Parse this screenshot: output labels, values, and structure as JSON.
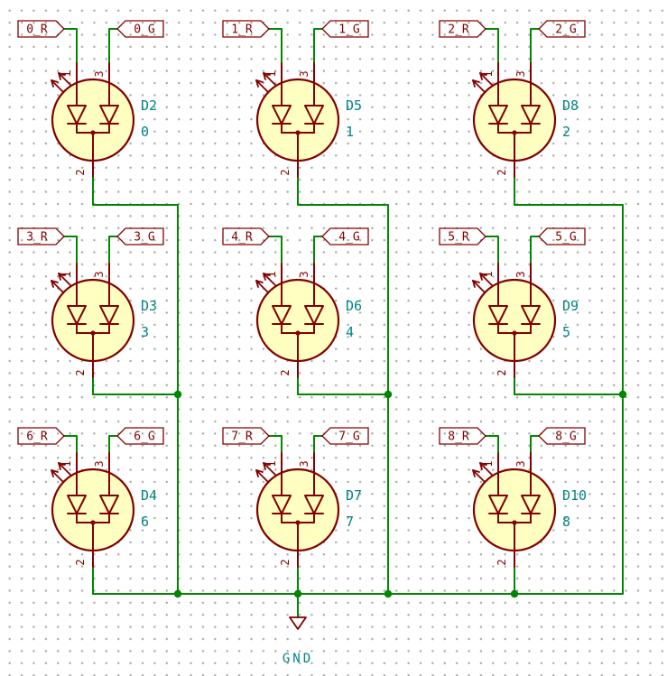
{
  "app": {
    "view": "kicad-schematic-canvas"
  },
  "colors": {
    "background": "#ffffff",
    "grid_dot": "#a9a9a9",
    "wire": "#008700",
    "symbol_outline": "#840000",
    "symbol_fill": "#ffffc2",
    "field_text": "#008484",
    "label_text": "#840000",
    "pin_number": "#840000"
  },
  "power": {
    "gnd_label": "GND"
  },
  "leds": [
    {
      "ref": "D2",
      "value": "0",
      "red_label": "0_R",
      "green_label": "0_G",
      "pin_left": "1",
      "pin_right": "3",
      "pin_bottom": "2"
    },
    {
      "ref": "D5",
      "value": "1",
      "red_label": "1_R",
      "green_label": "1_G",
      "pin_left": "1",
      "pin_right": "3",
      "pin_bottom": "2"
    },
    {
      "ref": "D8",
      "value": "2",
      "red_label": "2_R",
      "green_label": "2_G",
      "pin_left": "1",
      "pin_right": "3",
      "pin_bottom": "2"
    },
    {
      "ref": "D3",
      "value": "3",
      "red_label": "3_R",
      "green_label": "3_G",
      "pin_left": "1",
      "pin_right": "3",
      "pin_bottom": "2"
    },
    {
      "ref": "D6",
      "value": "4",
      "red_label": "4_R",
      "green_label": "4_G",
      "pin_left": "1",
      "pin_right": "3",
      "pin_bottom": "2"
    },
    {
      "ref": "D9",
      "value": "5",
      "red_label": "5_R",
      "green_label": "5_G",
      "pin_left": "1",
      "pin_right": "3",
      "pin_bottom": "2"
    },
    {
      "ref": "D4",
      "value": "6",
      "red_label": "6_R",
      "green_label": "6_G",
      "pin_left": "1",
      "pin_right": "3",
      "pin_bottom": "2"
    },
    {
      "ref": "D7",
      "value": "7",
      "red_label": "7_R",
      "green_label": "7_G",
      "pin_left": "1",
      "pin_right": "3",
      "pin_bottom": "2"
    },
    {
      "ref": "D10",
      "value": "8",
      "red_label": "8_R",
      "green_label": "8_G",
      "pin_left": "1",
      "pin_right": "3",
      "pin_bottom": "2"
    }
  ]
}
